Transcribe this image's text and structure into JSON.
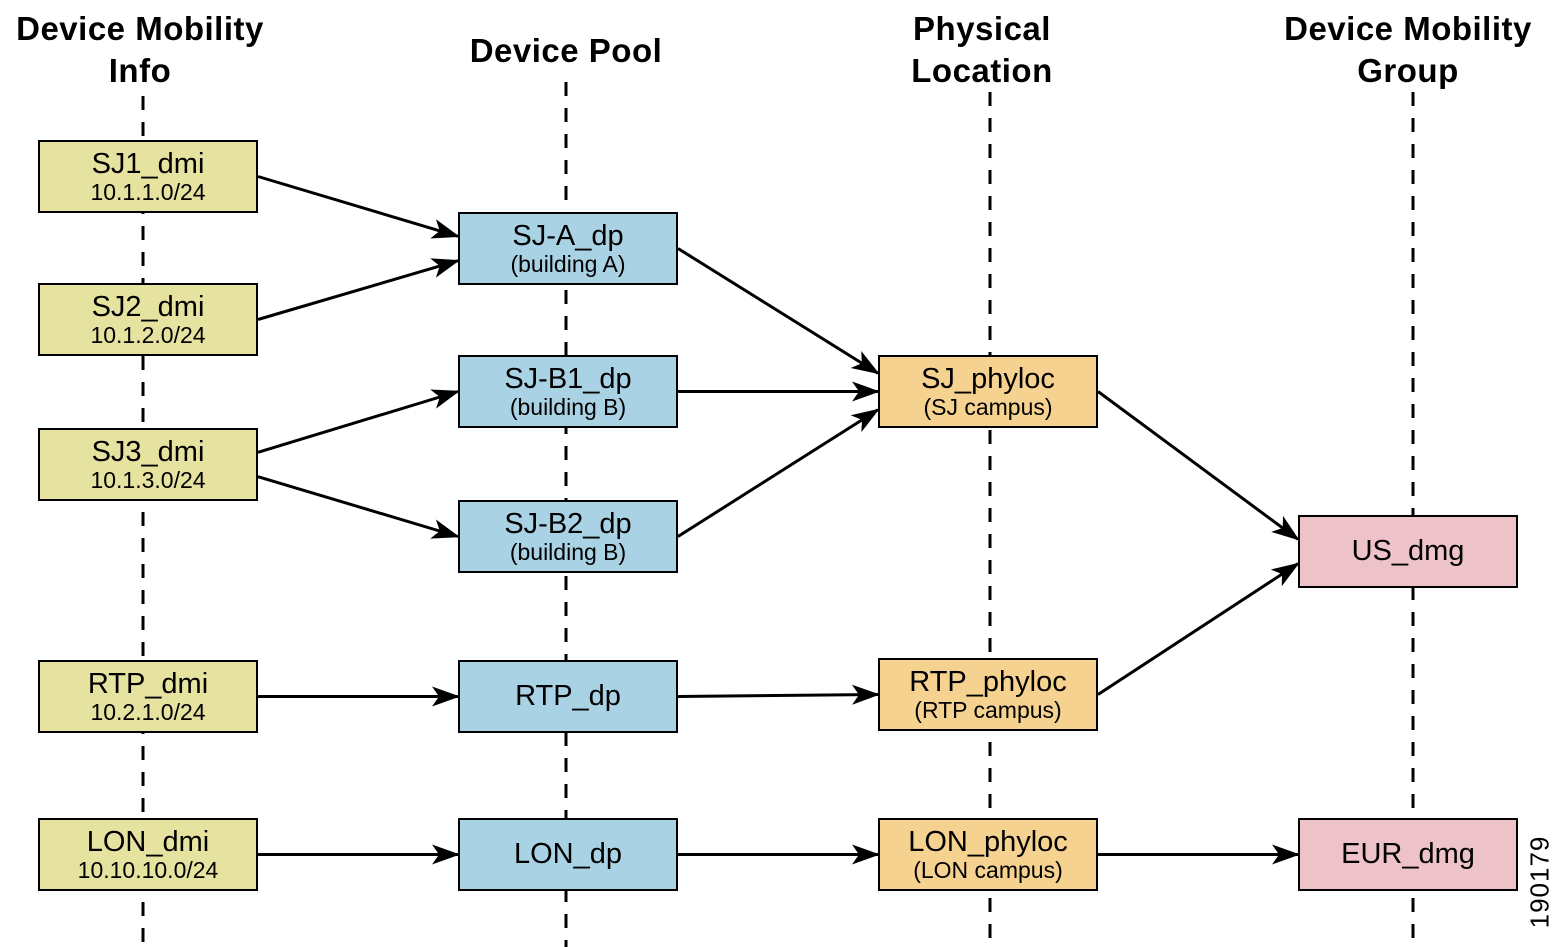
{
  "figure_number": "190179",
  "colors": {
    "background": "#ffffff",
    "line": "#000000",
    "text": "#000000",
    "box_border": "#000000",
    "box_fill": {
      "dmi": "#e6e2a0",
      "dp": "#a9d2e4",
      "phyloc": "#f6d291",
      "dmg": "#edc3c9"
    }
  },
  "columns": [
    {
      "id": "dmi",
      "title_lines": [
        "Device Mobility",
        "Info"
      ]
    },
    {
      "id": "dp",
      "title_lines": [
        "Device Pool"
      ]
    },
    {
      "id": "phyloc",
      "title_lines": [
        "Physical",
        "Location"
      ]
    },
    {
      "id": "dmg",
      "title_lines": [
        "Device Mobility",
        "Group"
      ]
    }
  ],
  "nodes": [
    {
      "id": "sj1_dmi",
      "column": "dmi",
      "label": "SJ1_dmi",
      "sublabel": "10.1.1.0/24"
    },
    {
      "id": "sj2_dmi",
      "column": "dmi",
      "label": "SJ2_dmi",
      "sublabel": "10.1.2.0/24"
    },
    {
      "id": "sj3_dmi",
      "column": "dmi",
      "label": "SJ3_dmi",
      "sublabel": "10.1.3.0/24"
    },
    {
      "id": "rtp_dmi",
      "column": "dmi",
      "label": "RTP_dmi",
      "sublabel": "10.2.1.0/24"
    },
    {
      "id": "lon_dmi",
      "column": "dmi",
      "label": "LON_dmi",
      "sublabel": "10.10.10.0/24"
    },
    {
      "id": "sj_a_dp",
      "column": "dp",
      "label": "SJ-A_dp",
      "sublabel": "(building A)"
    },
    {
      "id": "sj_b1_dp",
      "column": "dp",
      "label": "SJ-B1_dp",
      "sublabel": "(building B)"
    },
    {
      "id": "sj_b2_dp",
      "column": "dp",
      "label": "SJ-B2_dp",
      "sublabel": "(building B)"
    },
    {
      "id": "rtp_dp",
      "column": "dp",
      "label": "RTP_dp",
      "sublabel": ""
    },
    {
      "id": "lon_dp",
      "column": "dp",
      "label": "LON_dp",
      "sublabel": ""
    },
    {
      "id": "sj_phyloc",
      "column": "phyloc",
      "label": "SJ_phyloc",
      "sublabel": "(SJ campus)"
    },
    {
      "id": "rtp_phyloc",
      "column": "phyloc",
      "label": "RTP_phyloc",
      "sublabel": "(RTP campus)"
    },
    {
      "id": "lon_phyloc",
      "column": "phyloc",
      "label": "LON_phyloc",
      "sublabel": "(LON campus)"
    },
    {
      "id": "us_dmg",
      "column": "dmg",
      "label": "US_dmg",
      "sublabel": ""
    },
    {
      "id": "eur_dmg",
      "column": "dmg",
      "label": "EUR_dmg",
      "sublabel": ""
    }
  ],
  "edges": [
    {
      "from": "sj1_dmi",
      "to": "sj_a_dp"
    },
    {
      "from": "sj2_dmi",
      "to": "sj_a_dp"
    },
    {
      "from": "sj3_dmi",
      "to": "sj_b1_dp"
    },
    {
      "from": "sj3_dmi",
      "to": "sj_b2_dp"
    },
    {
      "from": "sj_a_dp",
      "to": "sj_phyloc"
    },
    {
      "from": "sj_b1_dp",
      "to": "sj_phyloc"
    },
    {
      "from": "sj_b2_dp",
      "to": "sj_phyloc"
    },
    {
      "from": "sj_phyloc",
      "to": "us_dmg"
    },
    {
      "from": "rtp_dmi",
      "to": "rtp_dp"
    },
    {
      "from": "rtp_dp",
      "to": "rtp_phyloc"
    },
    {
      "from": "rtp_phyloc",
      "to": "us_dmg"
    },
    {
      "from": "lon_dmi",
      "to": "lon_dp"
    },
    {
      "from": "lon_dp",
      "to": "lon_phyloc"
    },
    {
      "from": "lon_phyloc",
      "to": "eur_dmg"
    }
  ]
}
